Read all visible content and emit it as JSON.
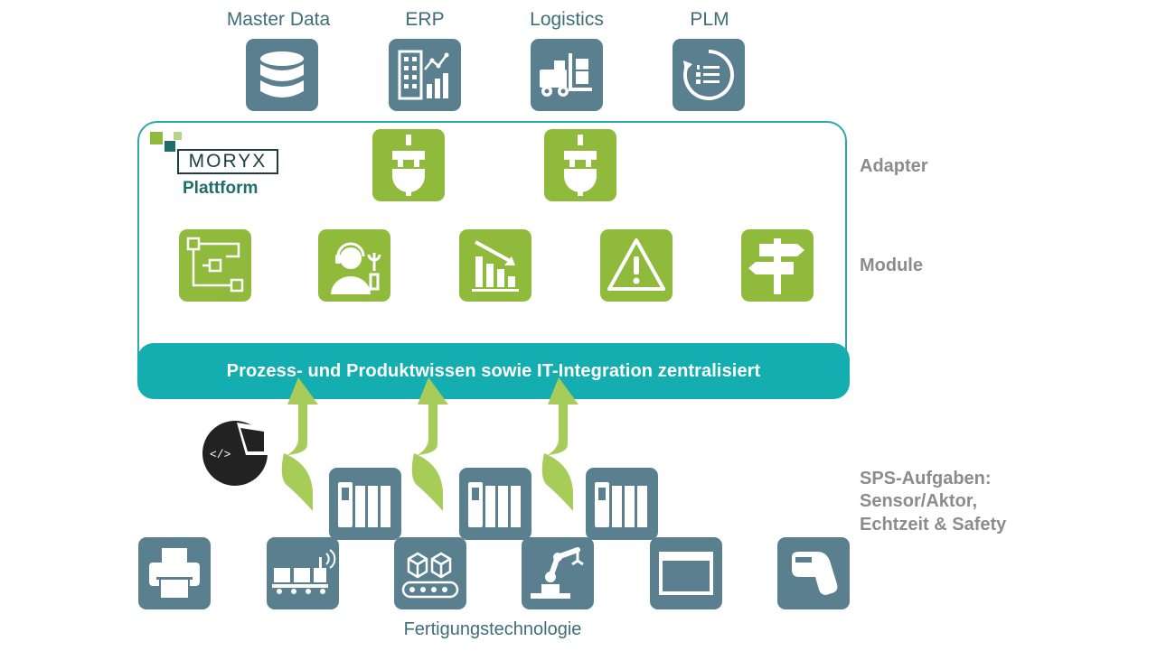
{
  "sources": [
    {
      "label": "Master Data",
      "icon": "database-icon"
    },
    {
      "label": "ERP",
      "icon": "building-chart-icon"
    },
    {
      "label": "Logistics",
      "icon": "forklift-icon"
    },
    {
      "label": "PLM",
      "icon": "lifecycle-list-icon"
    }
  ],
  "platform": {
    "logo_text": "MORYX",
    "logo_subtitle": "Plattform",
    "adapter_icon": "plug-icon",
    "modules": [
      {
        "icon": "process-flow-icon"
      },
      {
        "icon": "support-agent-icon"
      },
      {
        "icon": "declining-chart-icon"
      },
      {
        "icon": "warning-icon"
      },
      {
        "icon": "signpost-icon"
      }
    ],
    "bar_text": "Prozess- und Produktwissen sowie IT-Integration zentralisiert"
  },
  "side_labels": {
    "adapter": "Adapter",
    "module": "Module",
    "sps_line1": "SPS-Aufgaben:",
    "sps_line2": "Sensor/Aktor,",
    "sps_line3": "Echtzeit & Safety"
  },
  "plc_icon": "plc-rack-icon",
  "code_chart_icon": "code-pie-chart-icon",
  "devices": [
    {
      "icon": "printer-icon"
    },
    {
      "icon": "conveyor-wagon-icon"
    },
    {
      "icon": "conveyor-boxes-icon"
    },
    {
      "icon": "robot-arm-icon"
    },
    {
      "icon": "screen-window-icon"
    },
    {
      "icon": "barcode-scanner-icon"
    }
  ],
  "bottom_label": "Fertigungstechnologie",
  "colors": {
    "tile_blue": "#5a7f8f",
    "tile_green": "#8fba3c",
    "platform_teal": "#14adb0",
    "arrow_green": "#a8cc5a",
    "label_grey": "#8c8c8c",
    "label_teal": "#3e6e78"
  }
}
